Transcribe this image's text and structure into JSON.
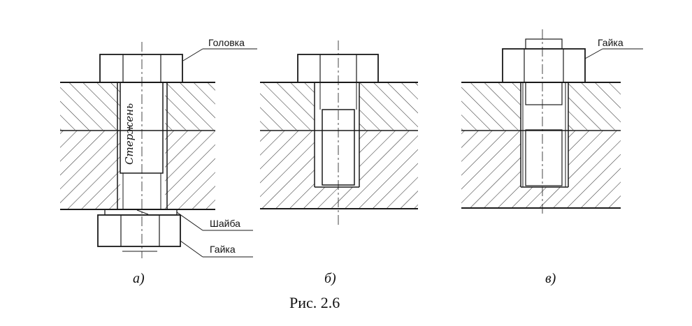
{
  "labels": {
    "head": "Головка",
    "shank": "Стержень",
    "washer": "Шайба",
    "nut_a": "Гайка",
    "nut_v": "Гайка"
  },
  "subfigures": {
    "a": "а)",
    "b": "б)",
    "v": "в)"
  },
  "caption": "Рис. 2.6"
}
